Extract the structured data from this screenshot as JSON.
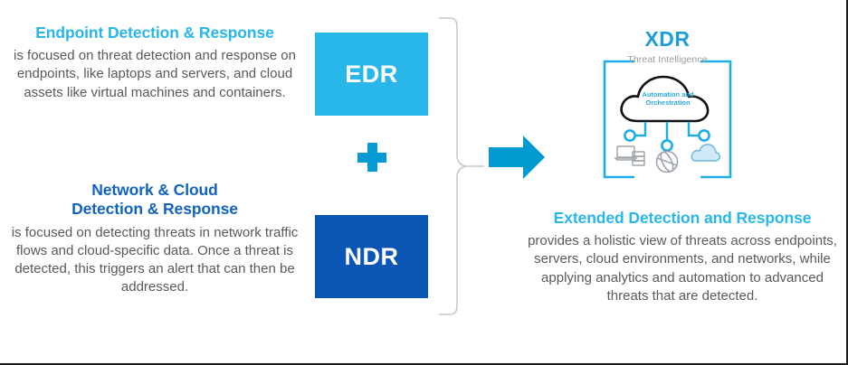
{
  "diagram": {
    "title_semantic": "EDR plus NDR equals XDR",
    "colors": {
      "cyan": "#29b6e8",
      "deep_blue": "#0b56b4",
      "accent_blue": "#049bd4",
      "heading_blue": "#1163c0",
      "body_gray": "#595959",
      "label_gray": "#9a9a9a"
    }
  },
  "left": {
    "edr": {
      "heading": "Endpoint Detection & Response",
      "body": "is focused on threat detection and response on endpoints, like laptops and servers, and cloud assets like virtual machines and containers."
    },
    "ndr": {
      "heading_line1": "Network & Cloud",
      "heading_line2": "Detection & Response",
      "body": "is focused on detecting threats in network traffic flows and cloud-specific data. Once a threat is detected, this triggers an alert that can then be addressed."
    }
  },
  "center": {
    "edr_box_label": "EDR",
    "ndr_box_label": "NDR",
    "plus_symbol": "+",
    "brace_icon": "curly-brace",
    "arrow_icon": "right-arrow"
  },
  "right": {
    "xdr_title": "XDR",
    "threat_intelligence_label": "Threat Intelligence",
    "cloud_label_line1": "Automation and",
    "cloud_label_line2": "Orchestration",
    "nodes": [
      {
        "name": "server-laptop-icon"
      },
      {
        "name": "network-globe-icon"
      },
      {
        "name": "cloud-icon"
      }
    ],
    "xdr": {
      "heading": "Extended Detection and Response",
      "body": "provides a holistic view of threats across endpoints, servers, cloud environments, and networks, while applying analytics and automation to advanced threats that are detected."
    }
  }
}
